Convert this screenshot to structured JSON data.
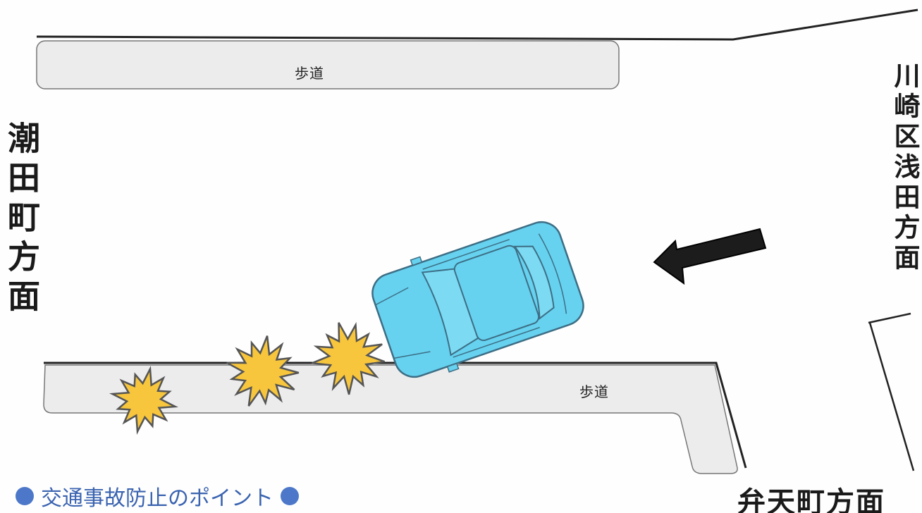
{
  "sidewalk_top": {
    "label": "歩道"
  },
  "sidewalk_bottom": {
    "label": "歩道"
  },
  "directions": {
    "left": "潮田町方面",
    "right": "川崎区浅田方面",
    "bottom": "弁天町方面"
  },
  "caption": {
    "text": "交通事故防止のポイント"
  },
  "colors": {
    "car_body": "#66d2ef",
    "impact_fill": "#f7c63d",
    "sidewalk": "#ededed",
    "arrow": "#1c1c1c",
    "caption": "#3a63b0"
  },
  "icons": [
    "car-icon",
    "impact-burst-icon",
    "direction-arrow-icon",
    "bullet-dot-icon"
  ]
}
